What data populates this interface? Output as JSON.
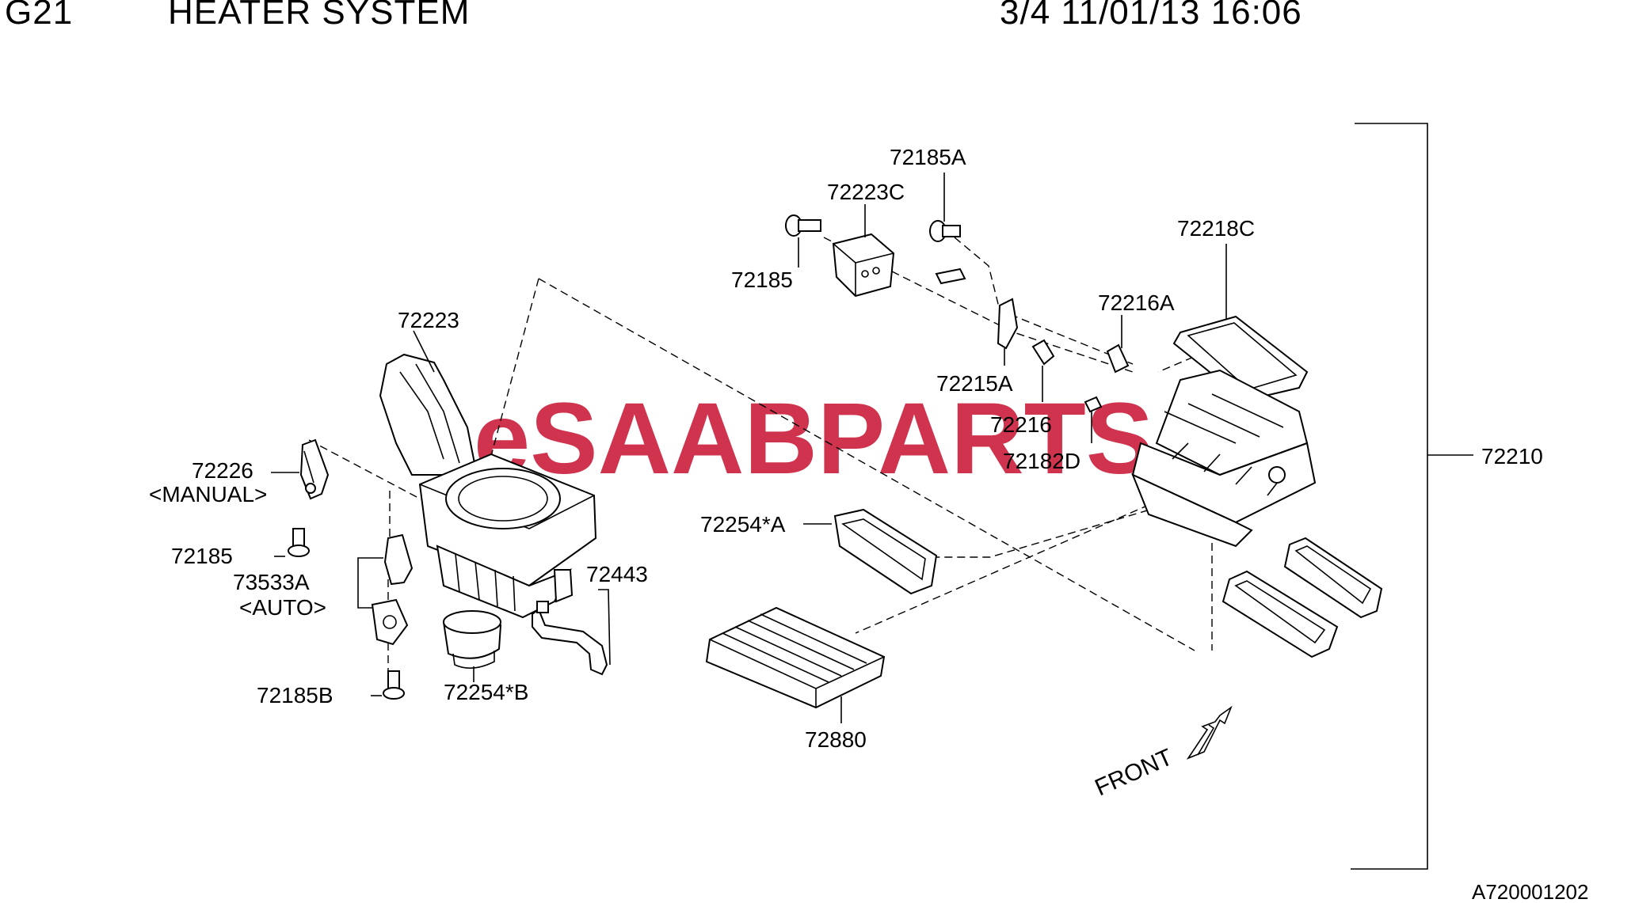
{
  "header": {
    "group_code": "G21",
    "title": "HEATER SYSTEM",
    "page_date": "3/4 11/01/13 16:06"
  },
  "watermark": {
    "part1": "eSAAB",
    "part2": "PARTS",
    "color1": "#c8102e",
    "color2": "#c8102e"
  },
  "labels": {
    "p72185A": "72185A",
    "p72223C": "72223C",
    "p72185_top": "72185",
    "p72218C": "72218C",
    "p72216A": "72216A",
    "p72215A": "72215A",
    "p72216": "72216",
    "p72182D": "72182D",
    "p72210": "72210",
    "p72223": "72223",
    "p72226": "72226",
    "manual": "<MANUAL>",
    "p72185_left": "72185",
    "p73533A": "73533A",
    "auto": "<AUTO>",
    "p72443": "72443",
    "p72185B": "72185B",
    "p72254B": "72254*B",
    "p72254A": "72254*A",
    "p72880": "72880",
    "front": "FRONT",
    "diagram_id": "A720001202"
  }
}
